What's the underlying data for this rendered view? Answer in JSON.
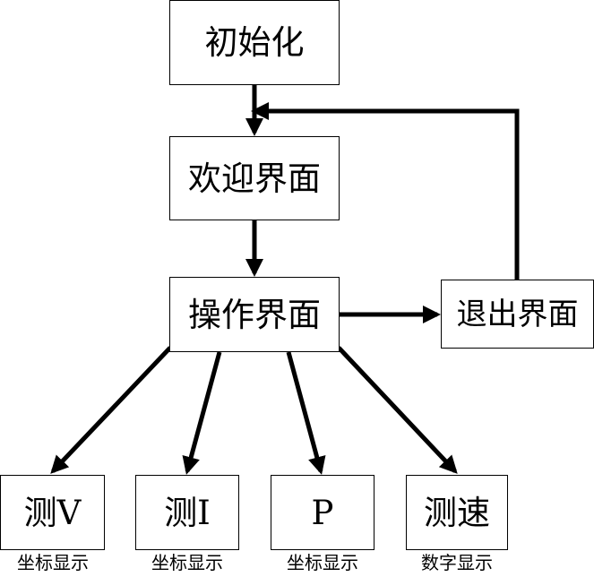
{
  "nodes": {
    "init": "初始化",
    "welcome": "欢迎界面",
    "operation": "操作界面",
    "exit": "退出界面",
    "measure_v": "测V",
    "measure_i": "测I",
    "p": "P",
    "measure_speed": "测速"
  },
  "captions": {
    "measure_v": "坐标显示",
    "measure_i": "坐标显示",
    "p": "坐标显示",
    "measure_speed": "数字显示"
  },
  "colors": {
    "line": "#000000",
    "box_border": "#000000",
    "background": "#ffffff"
  }
}
